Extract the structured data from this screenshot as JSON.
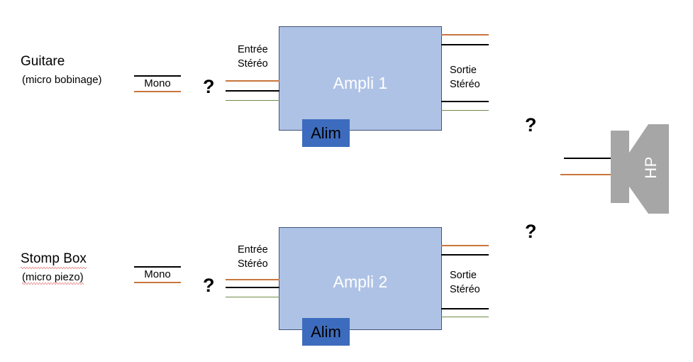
{
  "diagram": {
    "title": "Guitar / Stomp Box audio signal routing diagram",
    "colors": {
      "wire_black": "#000000",
      "wire_orange": "#c8763c",
      "wire_green": "#6e8b4a",
      "amp_fill": "#aec2e5",
      "amp_border": "#42547a",
      "alim_fill": "#3d6cbe",
      "speaker_fill": "#a6a6a6",
      "spellcheck": "#e03030"
    }
  },
  "sources": [
    {
      "id": "guitare",
      "title": "Guitare",
      "subtitle": "(micro bobinage)",
      "connector_label": "Mono"
    },
    {
      "id": "stomp-box",
      "title": "Stomp Box",
      "subtitle": "(micro piezo)",
      "connector_label": "Mono"
    }
  ],
  "amplifiers": [
    {
      "id": "ampli-1",
      "title": "Ampli 1",
      "input_label": "Entrée\nStéréo",
      "input_label_line1": "Entrée",
      "input_label_line2": "Stéréo",
      "output_label_line1": "Sortie",
      "output_label_line2": "Stéréo",
      "power_label": "Alim"
    },
    {
      "id": "ampli-2",
      "title": "Ampli 2",
      "input_label_line1": "Entrée",
      "input_label_line2": "Stéréo",
      "output_label_line1": "Sortie",
      "output_label_line2": "Stéréo",
      "power_label": "Alim"
    }
  ],
  "speaker": {
    "id": "hp",
    "label": "HP"
  },
  "unknowns": [
    {
      "id": "q-guitare-ampli1",
      "label": "?"
    },
    {
      "id": "q-ampli1-hp",
      "label": "?"
    },
    {
      "id": "q-stomp-ampli2",
      "label": "?"
    },
    {
      "id": "q-ampli2-hp",
      "label": "?"
    }
  ]
}
